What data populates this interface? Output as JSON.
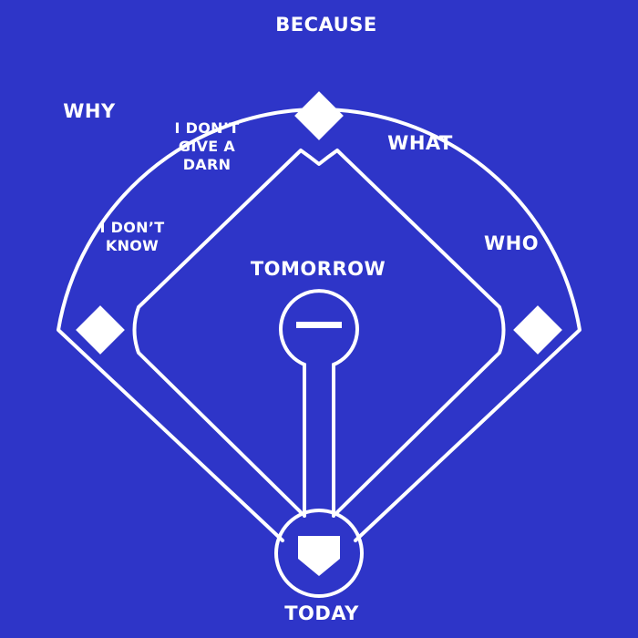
{
  "colors": {
    "background": "#2e35c8",
    "lines": "#ffffff"
  },
  "positions": {
    "center_field": "BECAUSE",
    "left_field": "WHY",
    "right_field": "WHAT",
    "shortstop": [
      "I DON’T",
      "GIVE A",
      "DARN"
    ],
    "third_base": [
      "I DON’T",
      "KNOW"
    ],
    "first_base": "WHO",
    "pitcher": "TOMORROW",
    "catcher": "TODAY"
  },
  "icons": {
    "second_base": "diamond-base-icon",
    "third_base": "diamond-base-icon",
    "first_base": "diamond-base-icon",
    "home_plate": "home-plate-icon",
    "pitching_rubber": "pitching-rubber-icon"
  }
}
